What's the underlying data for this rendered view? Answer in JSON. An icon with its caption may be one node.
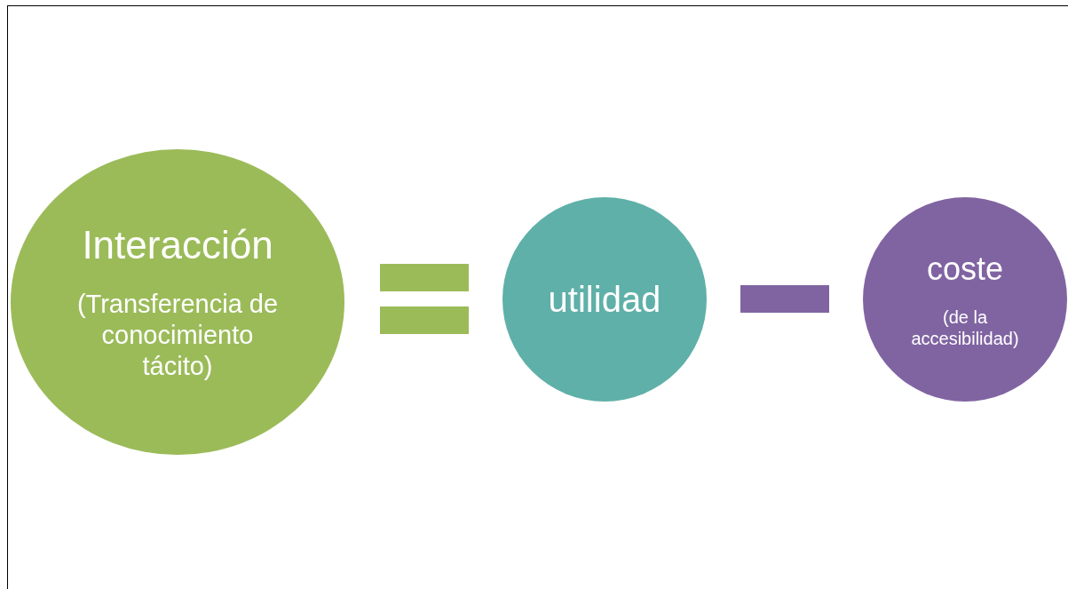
{
  "diagram": {
    "nodes": [
      {
        "text": [
          "Interacción",
          "(Transferencia de conocimiento tácito)"
        ]
      },
      {
        "text": [],
        "shape": "equals"
      },
      {
        "text": [
          "utilidad"
        ]
      },
      {
        "text": [],
        "shape": "minus"
      },
      {
        "text": [
          "coste",
          "(de la accesibilidad)"
        ]
      }
    ],
    "edges": []
  }
}
